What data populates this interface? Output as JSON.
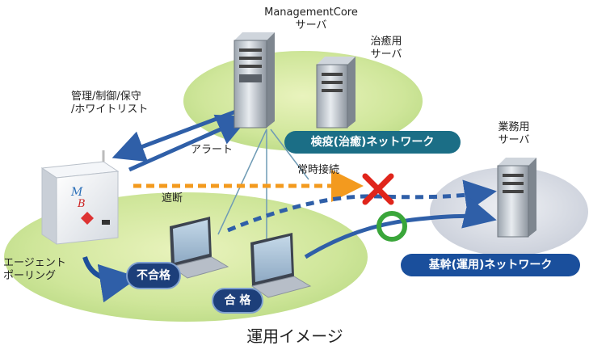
{
  "labels": {
    "mgmt_core": "ManagementCore",
    "server": "サーバ",
    "treat1": "治癒用",
    "treat2": "サーバ",
    "biz1": "業務用",
    "biz2": "サーバ",
    "admin1": "管理/制御/保守",
    "admin2": "/ホワイトリスト",
    "alert": "アラート",
    "always": "常時接続",
    "block": "遮断",
    "agent1": "エージェント",
    "agent2": "ポーリング",
    "caption": "運用イメージ"
  },
  "networks": {
    "quarantine": "検疫(治癒)ネットワーク",
    "core": "基幹(運用)ネットワーク"
  },
  "badges": {
    "fail": "不合格",
    "pass": "合 格"
  },
  "colors": {
    "quarantine_pill": "#1b6e86",
    "core_pill": "#1a4f9c",
    "badge_bg": "#1d3f7a",
    "arrow_blue": "#2f5fa8",
    "arrow_orange": "#f39a1e",
    "cross_red": "#e0251b",
    "circle_green": "#3aa63a"
  }
}
